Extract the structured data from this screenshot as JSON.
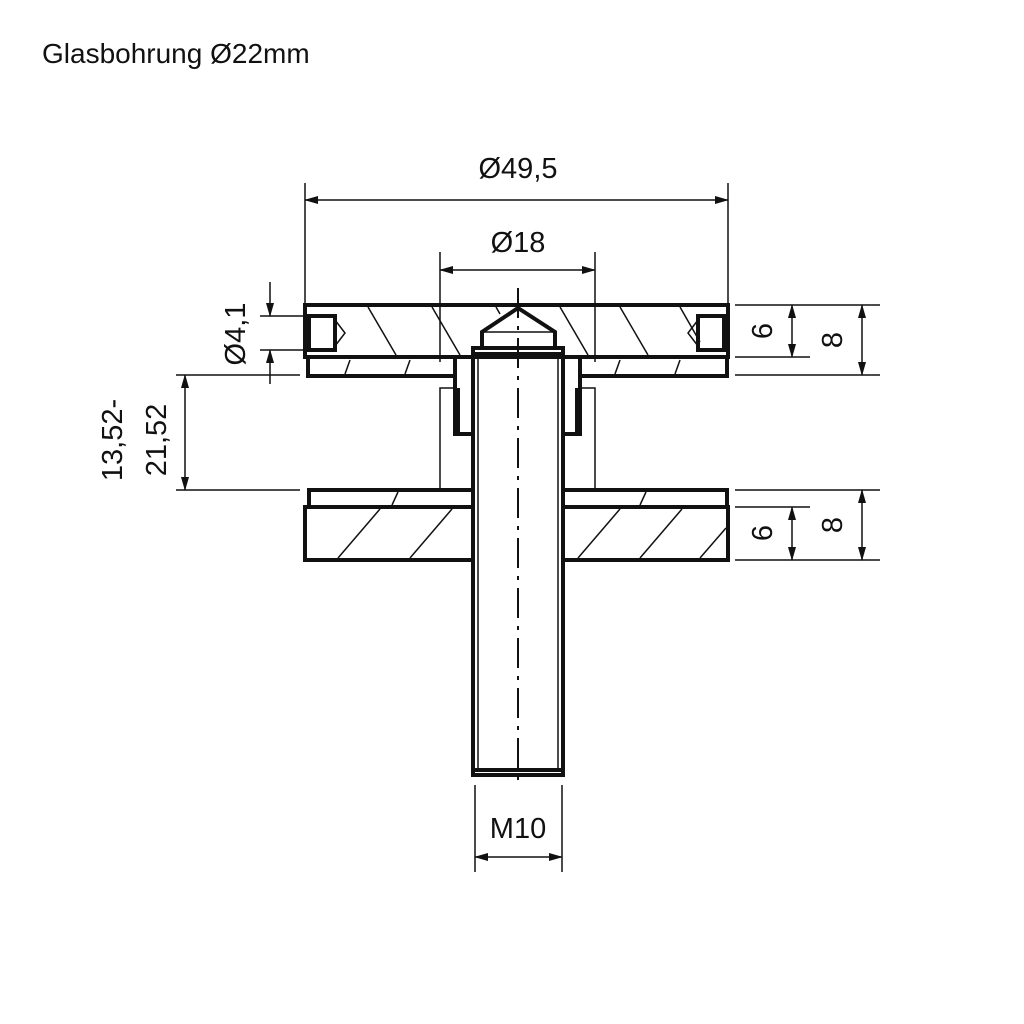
{
  "title": "Glasbohrung Ø22mm",
  "dimensions": {
    "outer_diameter": "Ø49,5",
    "inner_diameter": "Ø18",
    "screw_diameter": "Ø4,1",
    "gap_range_line1": "13,52-",
    "gap_range_line2": "21,52",
    "top_inner": "6",
    "top_outer": "8",
    "bottom_inner": "6",
    "bottom_outer": "8",
    "thread": "M10"
  },
  "colors": {
    "line": "#111111",
    "background": "#ffffff"
  }
}
